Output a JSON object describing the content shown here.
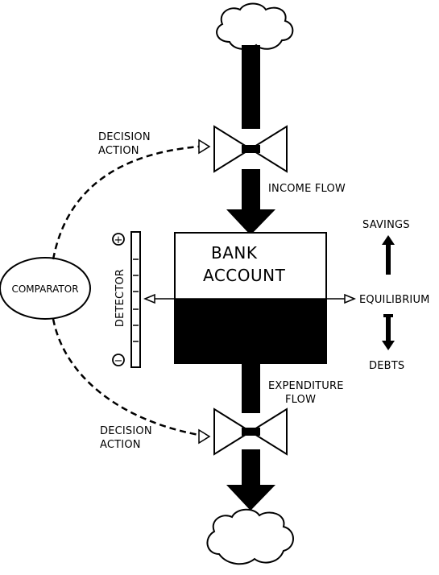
{
  "diagram": {
    "decision_action_top": [
      "DECISION",
      "ACTION"
    ],
    "income_flow": "INCOME FLOW",
    "bank_account": [
      "BANK",
      "ACCOUNT"
    ],
    "comparator": "COMPARATOR",
    "detector": "DETECTOR",
    "detector_plus": "+",
    "detector_minus": "−",
    "savings": "SAVINGS",
    "equilibrium": "EQUILIBRIUM",
    "debts": "DEBTS",
    "expenditure_flow": [
      "EXPENDITURE",
      "FLOW"
    ],
    "decision_action_bottom": [
      "DECISION",
      "ACTION"
    ]
  }
}
